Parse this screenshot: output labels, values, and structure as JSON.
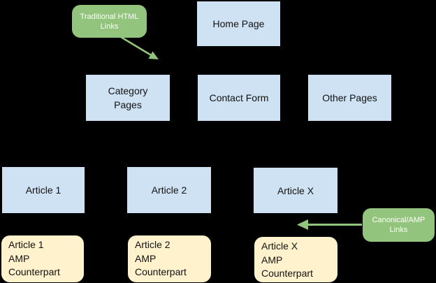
{
  "colors": {
    "background": "#000000",
    "node_blue": "#cfe2f3",
    "node_yellow": "#fff2cc",
    "annotation_green": "#93c47d",
    "node_text": "#111111",
    "annotation_text": "#ffffff"
  },
  "nodes": {
    "home_page": {
      "label": "Home Page"
    },
    "category_pages": {
      "label": "Category\nPages"
    },
    "contact_form": {
      "label": "Contact Form"
    },
    "other_pages": {
      "label": "Other Pages"
    },
    "article_1": {
      "label": "Article 1"
    },
    "article_2": {
      "label": "Article 2"
    },
    "article_x": {
      "label": "Article X"
    },
    "amp_1": {
      "label": "Article 1\nAMP\nCounterpart"
    },
    "amp_2": {
      "label": "Article 2\nAMP\nCounterpart"
    },
    "amp_x": {
      "label": "Article X\nAMP\nCounterpart"
    }
  },
  "annotations": {
    "traditional_html_links": {
      "label": "Traditional HTML\nLinks"
    },
    "canonical_amp_links": {
      "label": "Canonical/AMP\nLinks"
    }
  }
}
